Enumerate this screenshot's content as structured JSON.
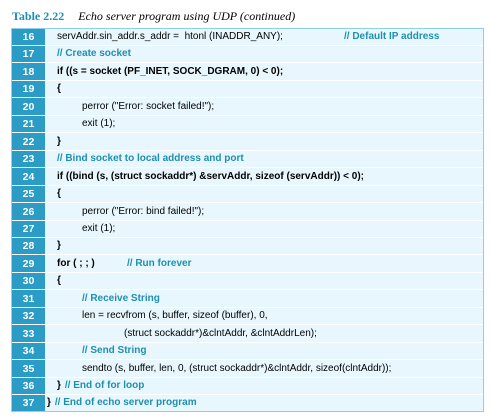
{
  "caption": {
    "number": "Table 2.22",
    "title": "Echo server program using UDP (continued)"
  },
  "lines": [
    {
      "num": "16",
      "code": "servAddr.sin_addr.s_addr =  htonl (INADDR_ANY);",
      "comment": "// Default IP address"
    },
    {
      "num": "17",
      "code": "",
      "comment": "// Create socket"
    },
    {
      "num": "18",
      "code": "if ((s = socket (PF_INET, SOCK_DGRAM, 0) < 0);",
      "comment": ""
    },
    {
      "num": "19",
      "code": "{",
      "comment": ""
    },
    {
      "num": "20",
      "code": "perror (\"Error: socket failed!\");",
      "comment": ""
    },
    {
      "num": "21",
      "code": "exit (1);",
      "comment": ""
    },
    {
      "num": "22",
      "code": "}",
      "comment": ""
    },
    {
      "num": "23",
      "code": "",
      "comment": "// Bind socket to local address and port"
    },
    {
      "num": "24",
      "code": "if ((bind (s, (struct sockaddr*) &servAddr, sizeof (servAddr)) < 0);",
      "comment": ""
    },
    {
      "num": "25",
      "code": "{",
      "comment": ""
    },
    {
      "num": "26",
      "code": "perror (\"Error: bind failed!\");",
      "comment": ""
    },
    {
      "num": "27",
      "code": "exit (1);",
      "comment": ""
    },
    {
      "num": "28",
      "code": "}",
      "comment": ""
    },
    {
      "num": "29",
      "code": "for ( ; ; )",
      "comment": "// Run forever"
    },
    {
      "num": "30",
      "code": "{",
      "comment": ""
    },
    {
      "num": "31",
      "code": "",
      "comment": "// Receive String"
    },
    {
      "num": "32",
      "code": "len = recvfrom (s, buffer, sizeof (buffer), 0,",
      "comment": ""
    },
    {
      "num": "33",
      "code": "(struct sockaddr*)&clntAddr, &clntAddrLen);",
      "comment": ""
    },
    {
      "num": "34",
      "code": "",
      "comment": "// Send String"
    },
    {
      "num": "35",
      "code": "sendto (s, buffer, len, 0, (struct sockaddr*)&clntAddr, sizeof(clntAddr));",
      "comment": ""
    },
    {
      "num": "36",
      "code": "}",
      "comment": "// End of for loop"
    },
    {
      "num": "37",
      "code": "}",
      "comment": "// End of echo server program"
    }
  ]
}
